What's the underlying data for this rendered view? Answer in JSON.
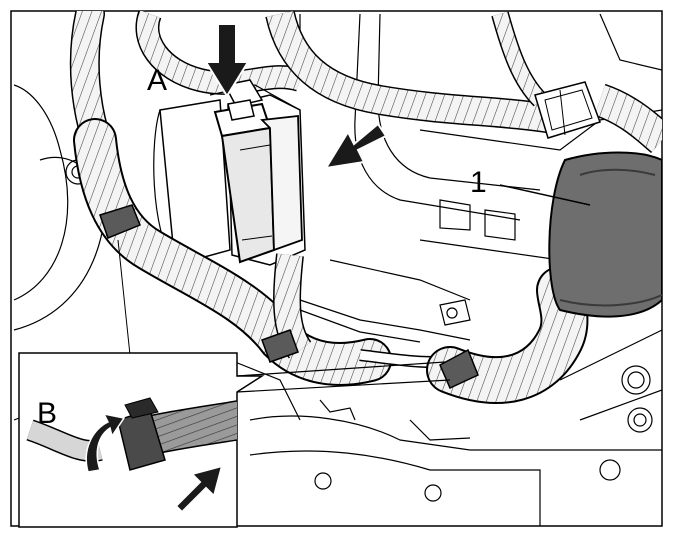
{
  "diagram": {
    "callouts": {
      "a": "A",
      "b": "B",
      "one": "1"
    }
  },
  "colors": {
    "line": "#000000",
    "harness_fill": "#f2f2f2",
    "boot_fill": "#6e6e6e",
    "arrow_fill": "#1a1a1a",
    "inset_harness": "#8c8c8c",
    "background": "#ffffff"
  }
}
